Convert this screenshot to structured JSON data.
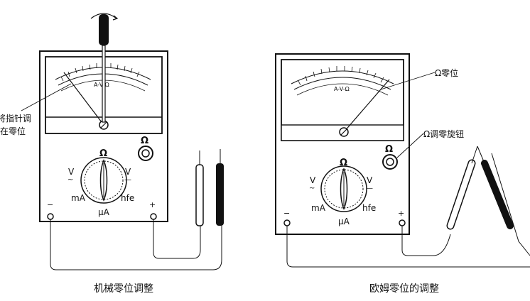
{
  "left": {
    "caption": "机械零位调整",
    "callout_line1": "将指针调",
    "callout_line2": "在零位",
    "dial": {
      "top": "Ω",
      "left_v": "V",
      "left_v_sub": "~",
      "right_v": "V",
      "right_v_sub": "—",
      "ma": "mA",
      "ua": "μA",
      "hfe": "hfe"
    },
    "terminals": {
      "minus": "−",
      "plus": "+"
    },
    "ohm_knob": "Ω",
    "meter_mark": "A-V-Ω"
  },
  "right": {
    "caption": "欧姆零位的调整",
    "callout_ohm_zero": "Ω零位",
    "callout_knob": "Ω调零旋钮",
    "dial": {
      "top": "Ω",
      "left_v": "V",
      "left_v_sub": "~",
      "right_v": "V",
      "right_v_sub": "—",
      "ma": "mA",
      "ua": "μA",
      "hfe": "hfe"
    },
    "terminals": {
      "minus": "−",
      "plus": "+"
    },
    "ohm_knob": "Ω",
    "meter_mark": "A-V-Ω"
  }
}
